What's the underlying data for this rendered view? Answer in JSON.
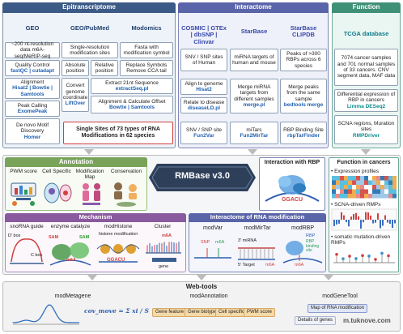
{
  "top": {
    "epi": {
      "title": "Epitranscriptome",
      "geo": "GEO",
      "geo_pubmed": "GEO/PubMed",
      "modomics": "Modomics",
      "geo_desc": "~200 nt-resolution data m6A-seq/MeRIP-seq",
      "geo_pubmed_desc": "Single-resolution modification sites",
      "modomics_desc": "Fasta with modification symbol",
      "qc_title": "Quality Control",
      "qc_tools": "fastQC | cutadapt",
      "align_title": "Alignment",
      "align_tools": "Hisat2 | Bowtie | Samtools",
      "peak_title": "Peak Calling",
      "peak_tools": "ExomePeak",
      "motif_title": "De novo Motif Discovery",
      "motif_tools": "Homer",
      "abs_pos": "Absolute position",
      "rel_pos": "Relative position",
      "replace": "Replace Symbols Remove CCA tail",
      "convert": "Convert genome coordinate",
      "convert_tool": "LiftOver",
      "extract_title": "Extract 21nt Sequence",
      "extract_tool": "extractSeq.pl",
      "align_calc": "Alignment & Calculate Offset",
      "align_calc_tools": "Bowtie | Samtools",
      "summary": "Single Sites of 73 types of RNA Modifications in 62 species"
    },
    "inter": {
      "title": "Interactome",
      "cosmic": "COSMIC | GTEx | dbSNP | Clinvar",
      "starbase": "StarBase",
      "starbase_clipdb": "StarBase CLIPDB",
      "snv_desc": "SNV / SNP sites of Human",
      "mirna_desc": "miRNA targets of human and mouse",
      "peaks_desc": "Peaks of >300 RBPs across 6 species",
      "align_genome_title": "Align to genome",
      "align_genome_tool": "Hisat2",
      "relate_title": "Relate to disease",
      "relate_tool": "diseaseLD.pl",
      "merge_mirna_title": "Merge miRNA targets from different samples",
      "merge_mirna_tool": "merge.pl",
      "merge_peaks_title": "Merge peaks from the same sample",
      "merge_peaks_tool": "bedtools merge",
      "snv_site_title": "SNV / SNP site",
      "snv_site_tool": "Fun2Var",
      "mirtars_title": "miTars",
      "mirtars_tool": "Fun2MirTar",
      "rbp_title": "RBP Binding Site",
      "rbp_tool": "rbpTarFinder"
    },
    "func": {
      "title": "Function",
      "tcga": "TCGA database",
      "tcga_desc": "7074 cancer samples and 701 normal samples of 33 cancers. CNV segment data, MAF data",
      "diff_title": "Differential expression of RBP in cancers",
      "diff_tools": "Limma DESeq2",
      "scna_title": "SCNA regions, Muration sites",
      "scna_tool": "RMPDriver"
    }
  },
  "middle": {
    "annotation": {
      "title": "Annotation",
      "pwm": "PWM score",
      "cell": "Cell Specific",
      "modmap": "Modification Map",
      "conservation": "Conservation"
    },
    "rmbase": "RMBase v3.0",
    "interaction_rbp": "Interaction with RBP",
    "rbp_motif": "GGACU",
    "cancers": {
      "title": "Function in cancers",
      "item1": "Expression profiles",
      "item2": "SCNA-driven RMPs",
      "item3": "somatic mutation-driven RMPs"
    },
    "mechanism": {
      "title": "Mechanism",
      "snorna": "snoRNA guide",
      "enzyme": "enzyme catalyze",
      "histone": "modHistone",
      "cluster": "Cluster",
      "d_box": "D' box",
      "c_box": "C box",
      "sam": "SAM",
      "m6a": "m6A",
      "histone_mod": "histone modification",
      "ggacu": "GGACU",
      "gene": "gene"
    },
    "interactome_mod": {
      "title": "Interactome of RNA modification",
      "modvar": "modVar",
      "modmirtar": "modMirTar",
      "modrbp": "modRBP",
      "snp": "SNP",
      "m6a": "m6A",
      "mirna3": "3' miRNA",
      "target5": "5' Target",
      "rbp_binding": "RBP binding site",
      "rbp": "RBP"
    }
  },
  "bottom": {
    "title": "Web-tools",
    "metagene": "modMetagene",
    "formula": "cov_move = Σ xi / S",
    "annotation": "modAnnotation",
    "tag_gene_feature": "Gene feature",
    "tag_gene_biotype": "Gene biotype",
    "tag_cell": "Cell specific",
    "tag_pwm": "PWM score",
    "genetool": "modGeneTool",
    "map_rna": "Map of RNA modification",
    "details": "Details of genes",
    "watermark": "m.tuknove.com"
  }
}
